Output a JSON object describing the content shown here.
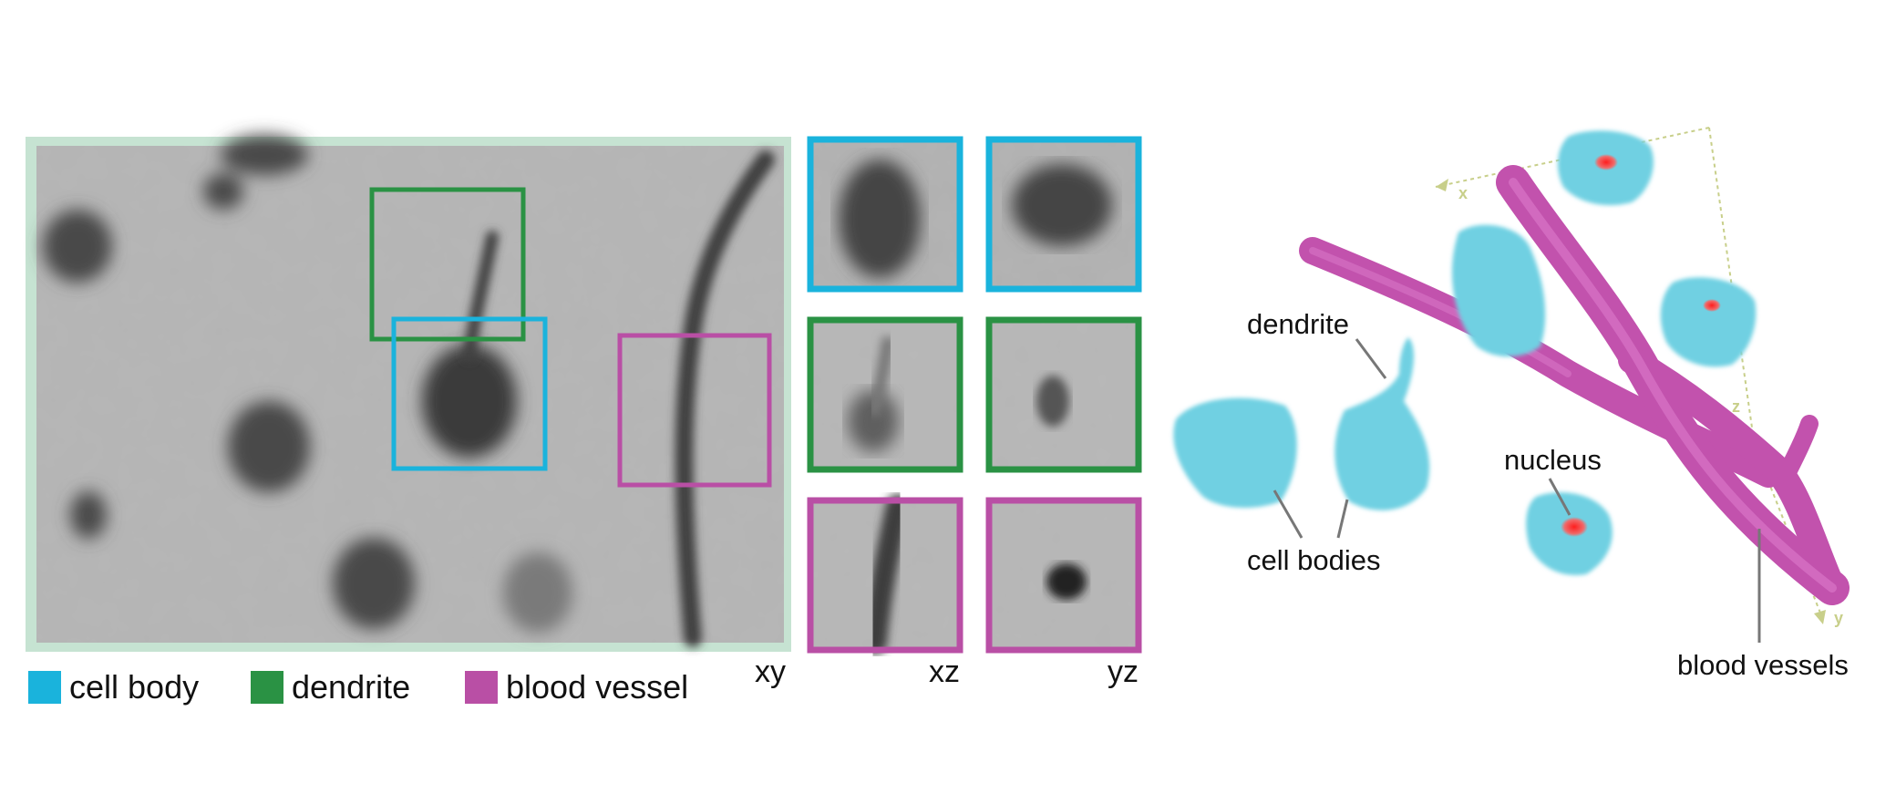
{
  "legend": [
    {
      "label": "cell body",
      "color": "#1ab3dc"
    },
    {
      "label": "dendrite",
      "color": "#2a9244"
    },
    {
      "label": "blood vessel",
      "color": "#b94fa5"
    }
  ],
  "planes": {
    "xy": "xy",
    "xz": "xz",
    "yz": "yz"
  },
  "render3d": {
    "labels": {
      "dendrite": "dendrite",
      "cell_bodies": "cell bodies",
      "nucleus": "nucleus",
      "blood_vessels": "blood vessels"
    },
    "axes": {
      "x": "x",
      "y": "y",
      "z": "z"
    },
    "colors": {
      "cell": "#6fd0e2",
      "vessel": "#c252ad",
      "nucleus": "#e53a3a",
      "axis": "#c8cf8a"
    }
  }
}
